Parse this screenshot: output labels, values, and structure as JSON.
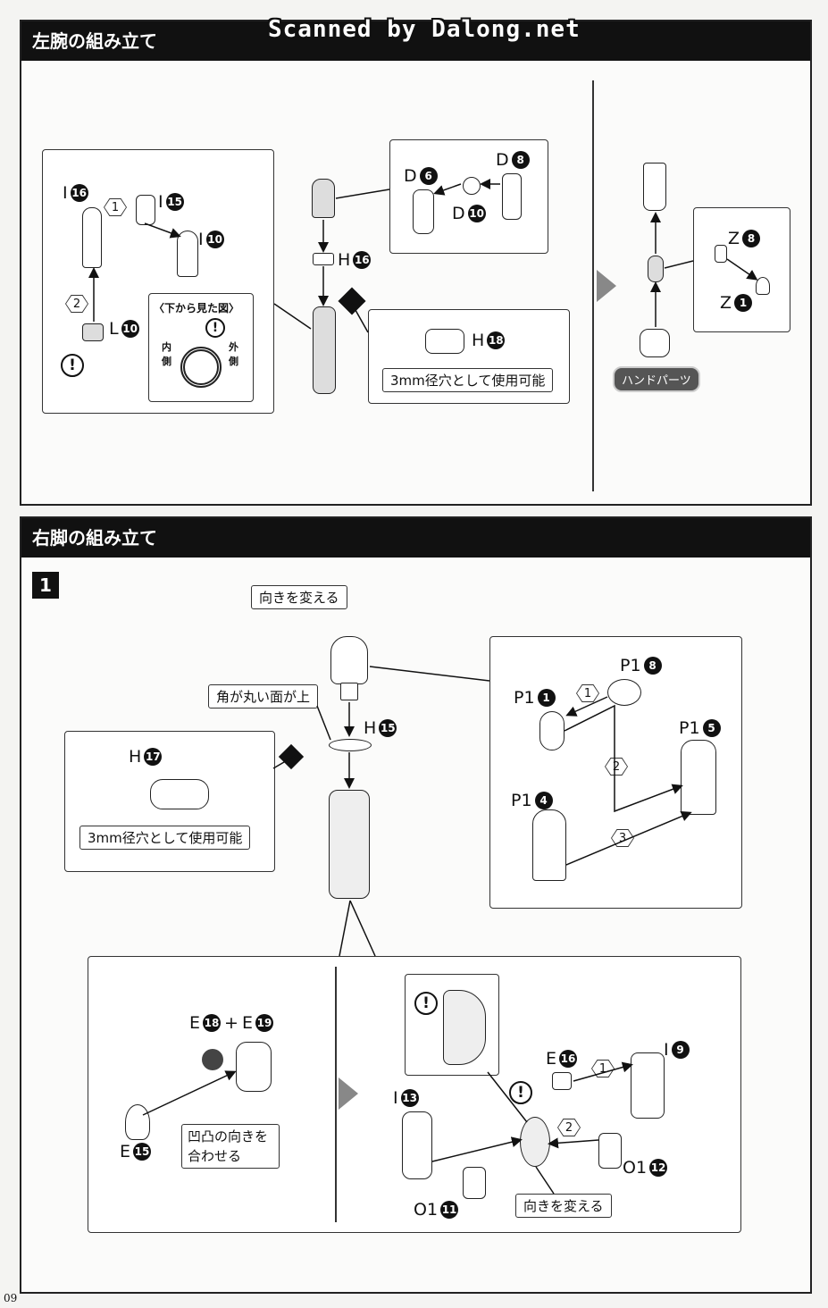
{
  "watermark": "Scanned by Dalong.net",
  "page_number": "09",
  "section1": {
    "title": "左腕の組み立て",
    "left_panel": {
      "labels": [
        {
          "letter": "I",
          "num": "16"
        },
        {
          "letter": "I",
          "num": "15"
        },
        {
          "letter": "I",
          "num": "10"
        },
        {
          "letter": "L",
          "num": "10"
        }
      ],
      "steps": [
        "1",
        "2"
      ],
      "bottom_view_title": "〈下から見た図〉",
      "inner": "内側",
      "outer": "外側"
    },
    "center": {
      "label_h16": {
        "letter": "H",
        "num": "16"
      },
      "detail_labels": [
        {
          "letter": "D",
          "num": "6"
        },
        {
          "letter": "D",
          "num": "8"
        },
        {
          "letter": "D",
          "num": "10"
        }
      ],
      "h18": {
        "letter": "H",
        "num": "18"
      },
      "callout_3mm": "3mm径穴として使用可能"
    },
    "right": {
      "z8": {
        "letter": "Z",
        "num": "8"
      },
      "z1": {
        "letter": "Z",
        "num": "1"
      },
      "hand_parts": "ハンドパーツ"
    }
  },
  "section2": {
    "title": "右脚の組み立て",
    "step": "1",
    "top": {
      "change_direction": "向きを変える",
      "rounded_side_up": "角が丸い面が上",
      "h15": {
        "letter": "H",
        "num": "15"
      },
      "h17": {
        "letter": "H",
        "num": "17"
      },
      "callout_3mm": "3mm径穴として使用可能",
      "p1_labels": [
        {
          "letter": "P1",
          "num": "8"
        },
        {
          "letter": "P1",
          "num": "1"
        },
        {
          "letter": "P1",
          "num": "5"
        },
        {
          "letter": "P1",
          "num": "4"
        }
      ],
      "steps": [
        "1",
        "2",
        "3"
      ]
    },
    "bottom": {
      "e18_e19": {
        "a": "E",
        "an": "18",
        "plus": "+",
        "b": "E",
        "bn": "19"
      },
      "e15": {
        "letter": "E",
        "num": "15"
      },
      "align_note": "凹凸の向きを合わせる",
      "i13": {
        "letter": "I",
        "num": "13"
      },
      "e16": {
        "letter": "E",
        "num": "16"
      },
      "i9": {
        "letter": "I",
        "num": "9"
      },
      "o1_12": {
        "letter": "O1",
        "num": "12"
      },
      "o1_11": {
        "letter": "O1",
        "num": "11"
      },
      "change_direction": "向きを変える",
      "steps": [
        "1",
        "2"
      ]
    }
  }
}
